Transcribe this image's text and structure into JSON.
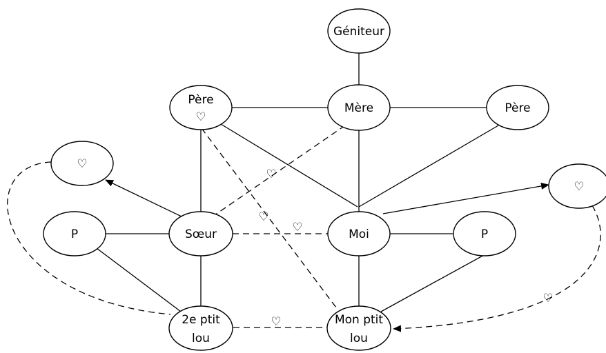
{
  "diagram": {
    "nodes": {
      "geniteur": "Géniteur",
      "pere_left_line1": "Père",
      "pere_left_line2": "♡",
      "mere": "Mère",
      "pere_right": "Père",
      "heart_left": "♡",
      "heart_right": "♡",
      "p_left": "P",
      "soeur": "Sœur",
      "moi": "Moi",
      "p_right": "P",
      "ptit_left_line1": "2e ptit",
      "ptit_left_line2": "lou",
      "ptit_right_line1": "Mon ptit",
      "ptit_right_line2": "lou"
    },
    "edge_labels": {
      "mere_soeur": "♡",
      "pere_monptitlou": "♡",
      "soeur_moi": "♡",
      "ptitlou_ptitlou": "♡",
      "heart_monptitlou": "♡"
    }
  }
}
